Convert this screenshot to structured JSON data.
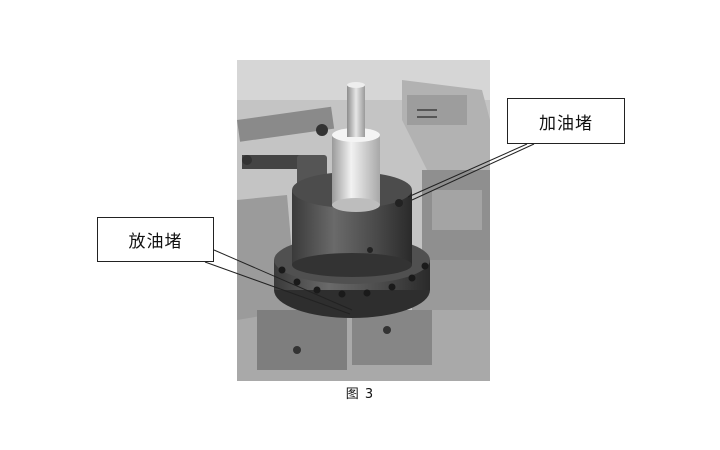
{
  "figure": {
    "caption": "图 3",
    "photo_description_icon": "machine-photo"
  },
  "callouts": {
    "fill_plug": "加油堵",
    "drain_plug": "放油堵"
  }
}
